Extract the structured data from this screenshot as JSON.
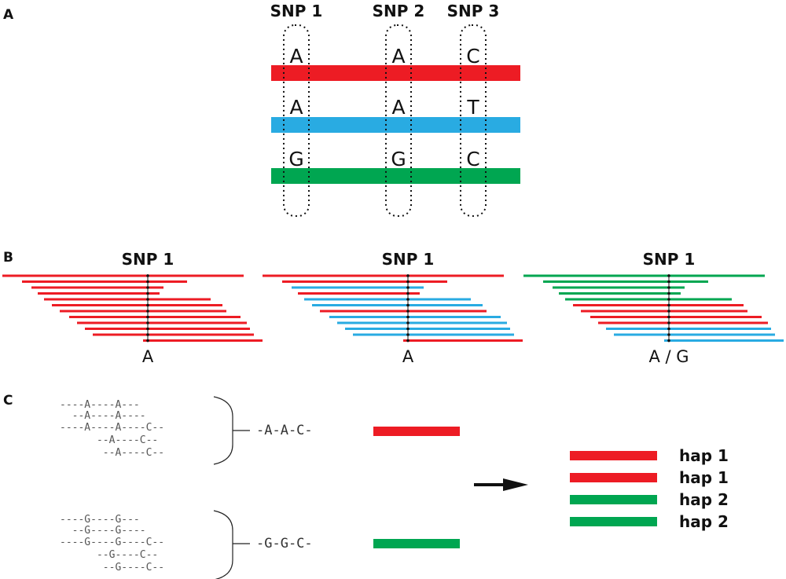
{
  "colors": {
    "red": "#ed1c24",
    "blue": "#29abe2",
    "green": "#00a651",
    "text": "#111111",
    "read_text": "#555555"
  },
  "panel_a": {
    "label": "A",
    "snps": [
      {
        "name": "SNP 1",
        "alleles": [
          "A",
          "A",
          "G"
        ]
      },
      {
        "name": "SNP 2",
        "alleles": [
          "A",
          "A",
          "G"
        ]
      },
      {
        "name": "SNP 3",
        "alleles": [
          "C",
          "T",
          "C"
        ]
      }
    ],
    "haplotype_colors": [
      "red",
      "blue",
      "green"
    ]
  },
  "panel_b": {
    "label": "B",
    "groups": [
      {
        "title": "SNP 1",
        "allele_call": "A",
        "read_colors": [
          "red",
          "red",
          "red",
          "red",
          "red",
          "red",
          "red",
          "red",
          "red",
          "red",
          "red",
          "red"
        ]
      },
      {
        "title": "SNP 1",
        "allele_call": "A",
        "read_colors": [
          "red",
          "red",
          "blue",
          "red",
          "blue",
          "blue",
          "red",
          "blue",
          "blue",
          "blue",
          "blue",
          "red"
        ]
      },
      {
        "title": "SNP 1",
        "allele_call": "A / G",
        "read_colors": [
          "green",
          "green",
          "green",
          "green",
          "green",
          "red",
          "red",
          "red",
          "red",
          "blue",
          "blue",
          "blue"
        ]
      }
    ]
  },
  "panel_c": {
    "label": "C",
    "clusters": [
      {
        "reads": [
          "----A----A---",
          "  --A----A----",
          "----A----A----C--",
          "      --A----C--",
          "       --A----C--"
        ],
        "consensus": "-A-A-C-",
        "color": "red"
      },
      {
        "reads": [
          "----G----G---",
          "  --G----G----",
          "----G----G----C--",
          "      --G----C--",
          "       --G----C--"
        ],
        "consensus": "-G-G-C-",
        "color": "green"
      }
    ],
    "haplotypes": [
      {
        "label": "hap 1",
        "color": "red"
      },
      {
        "label": "hap 1",
        "color": "red"
      },
      {
        "label": "hap 2",
        "color": "green"
      },
      {
        "label": "hap 2",
        "color": "green"
      }
    ]
  }
}
